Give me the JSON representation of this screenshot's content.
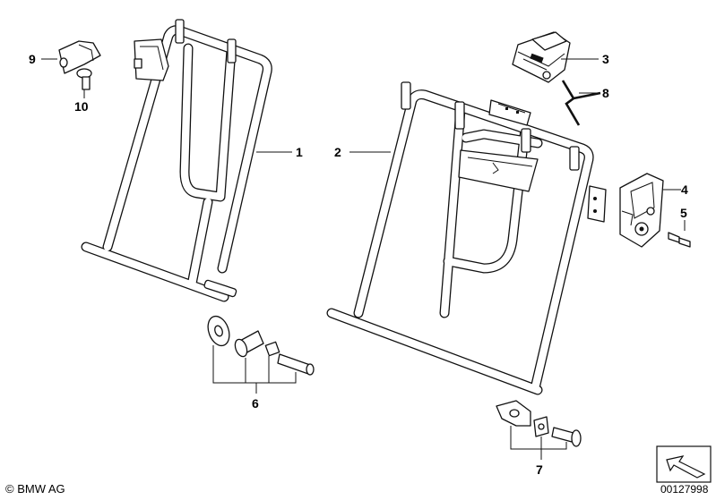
{
  "callouts": [
    {
      "id": "1",
      "label": "1"
    },
    {
      "id": "2",
      "label": "2"
    },
    {
      "id": "3",
      "label": "3"
    },
    {
      "id": "4",
      "label": "4"
    },
    {
      "id": "5",
      "label": "5"
    },
    {
      "id": "6",
      "label": "6"
    },
    {
      "id": "7",
      "label": "7"
    },
    {
      "id": "8",
      "label": "8"
    },
    {
      "id": "9",
      "label": "9"
    },
    {
      "id": "10",
      "label": "10"
    }
  ],
  "footer": {
    "copyright": "© BMW AG",
    "reference_number": "00127998"
  },
  "colors": {
    "line": "#111111",
    "background": "#ffffff"
  },
  "icons": {
    "direction_badge": "arrow-badge-icon"
  }
}
